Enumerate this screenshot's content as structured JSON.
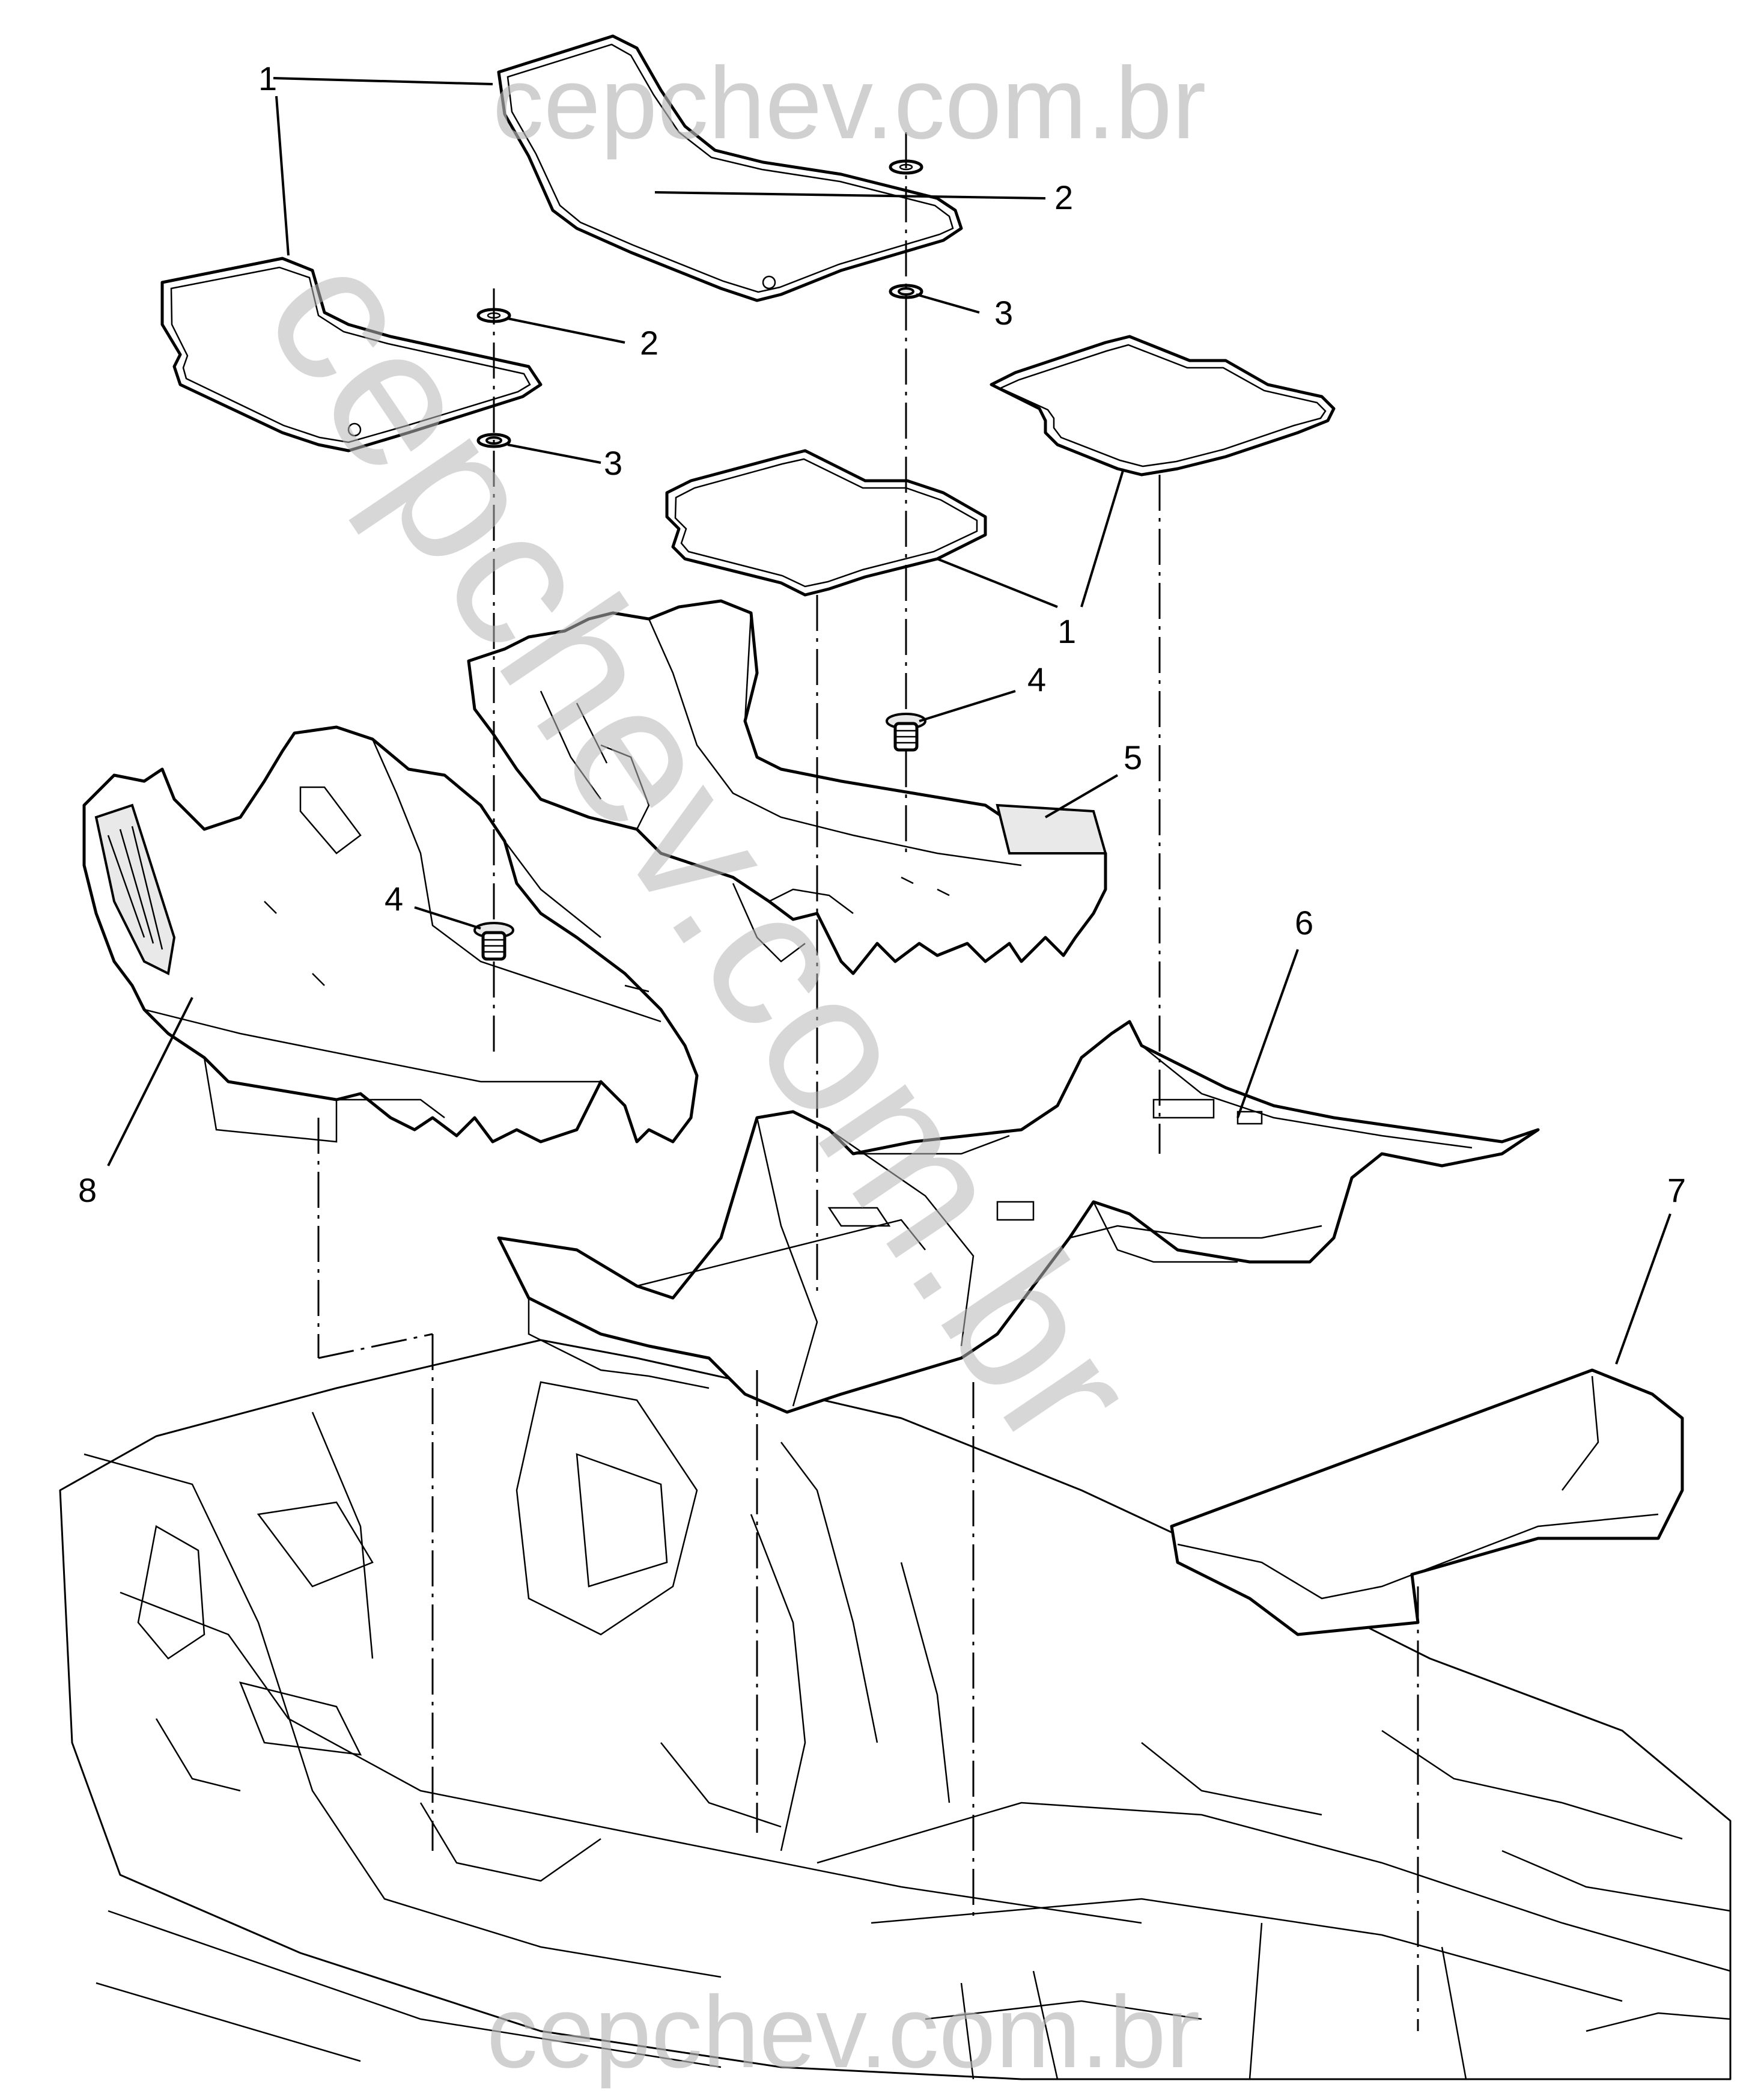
{
  "diagram": {
    "callouts": [
      "1",
      "2",
      "3",
      "4",
      "5",
      "6",
      "7",
      "8"
    ]
  },
  "watermark": {
    "text": "cepchev.com.br"
  },
  "colors": {
    "line": "#000000",
    "watermark": "#b8b8b8",
    "background": "#ffffff"
  }
}
